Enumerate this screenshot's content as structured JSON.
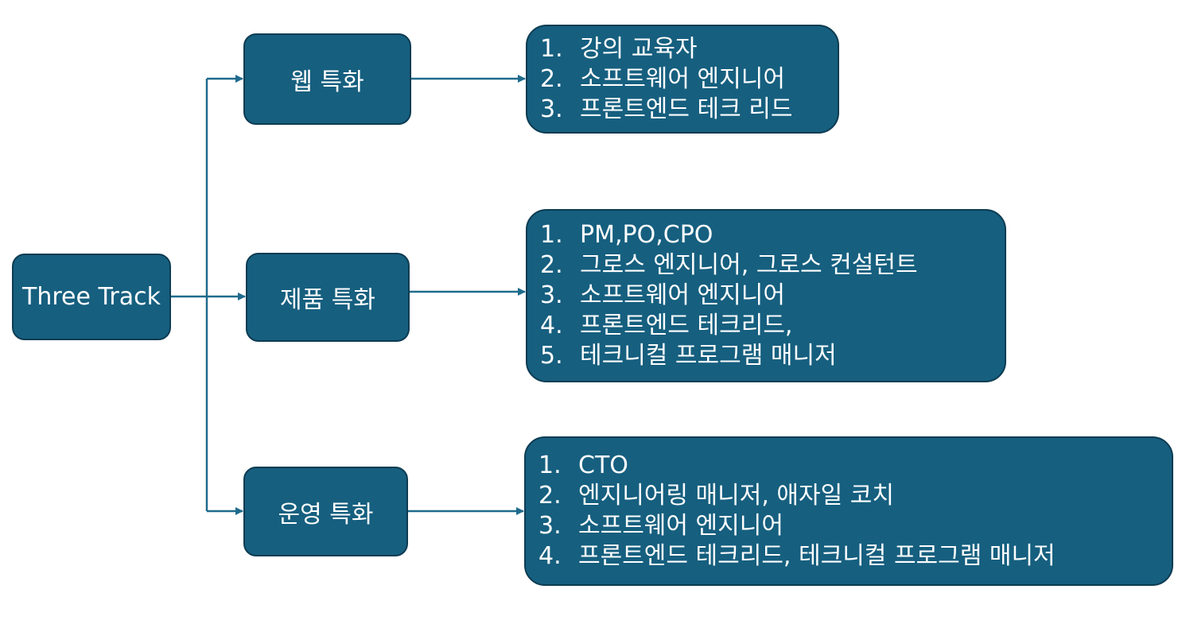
{
  "root": {
    "label": "Three Track"
  },
  "tracks": [
    {
      "label": "웹 특화",
      "items": [
        {
          "num": "1.",
          "text": "강의 교육자"
        },
        {
          "num": "2.",
          "text": "소프트웨어 엔지니어"
        },
        {
          "num": "3.",
          "text": "프론트엔드 테크 리드"
        }
      ]
    },
    {
      "label": "제품 특화",
      "items": [
        {
          "num": "1.",
          "text": "PM,PO,CPO"
        },
        {
          "num": "2.",
          "text": "그로스 엔지니어, 그로스 컨설턴트"
        },
        {
          "num": "3.",
          "text": "소프트웨어 엔지니어"
        },
        {
          "num": "4.",
          "text": "프론트엔드 테크리드,"
        },
        {
          "num": "5.",
          "text": "테크니컬 프로그램 매니저"
        }
      ]
    },
    {
      "label": "운영 특화",
      "items": [
        {
          "num": "1.",
          "text": "CTO"
        },
        {
          "num": "2.",
          "text": "엔지니어링 매니저, 애자일 코치"
        },
        {
          "num": "3.",
          "text": "소프트웨어 엔지니어"
        },
        {
          "num": "4.",
          "text": "프론트엔드 테크리드, 테크니컬 프로그램 매니저"
        }
      ]
    }
  ],
  "colors": {
    "box_fill": "#165f7f",
    "box_border": "#0d3c52",
    "connector": "#1f6b8c",
    "text": "#ffffff"
  }
}
